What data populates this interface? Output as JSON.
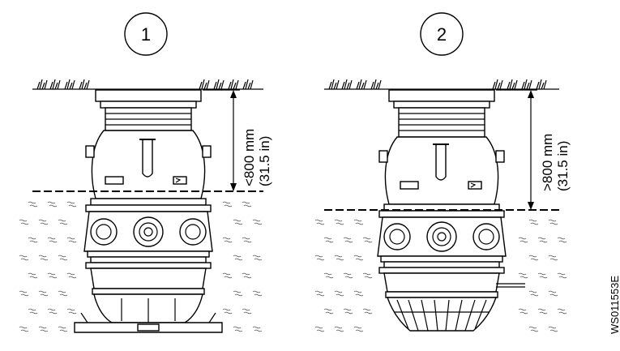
{
  "panels": [
    {
      "number": "1",
      "measurement": "<800 mm",
      "measurement_imperial": "(31.5 in)",
      "base": "flat-plate"
    },
    {
      "number": "2",
      "measurement": ">800 mm",
      "measurement_imperial": "(31.5 in)",
      "base": "ribbed-feet"
    }
  ],
  "code": "WS011553E",
  "colors": {
    "line": "#000000",
    "soil": "#555555",
    "background": "#ffffff"
  }
}
